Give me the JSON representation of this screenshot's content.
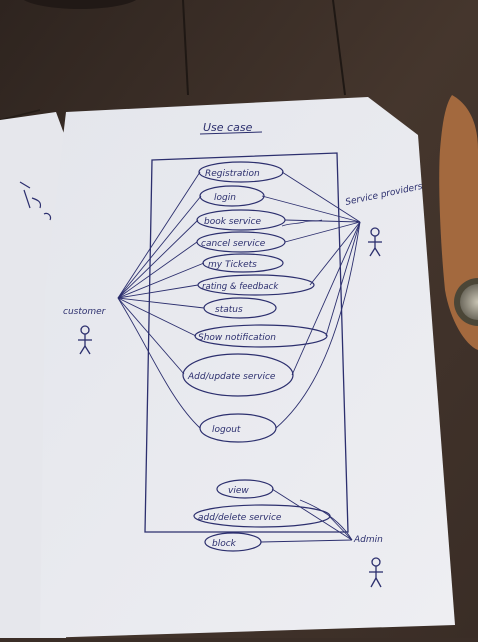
{
  "photo": {
    "table_color": "#3b2e27",
    "paper_color": "#e9eaef",
    "ink_color": "#2c2f6e",
    "title": "Use case",
    "actors": {
      "customer": "customer",
      "service_provider": "Service providers",
      "admin": "Admin"
    },
    "use_cases": [
      "Registration",
      "login",
      "book service",
      "cancel service",
      "my Tickets",
      "rating & feedback",
      "status",
      "Show notification",
      "Add/update service",
      "logout",
      "view",
      "add/delete service",
      "block"
    ]
  }
}
